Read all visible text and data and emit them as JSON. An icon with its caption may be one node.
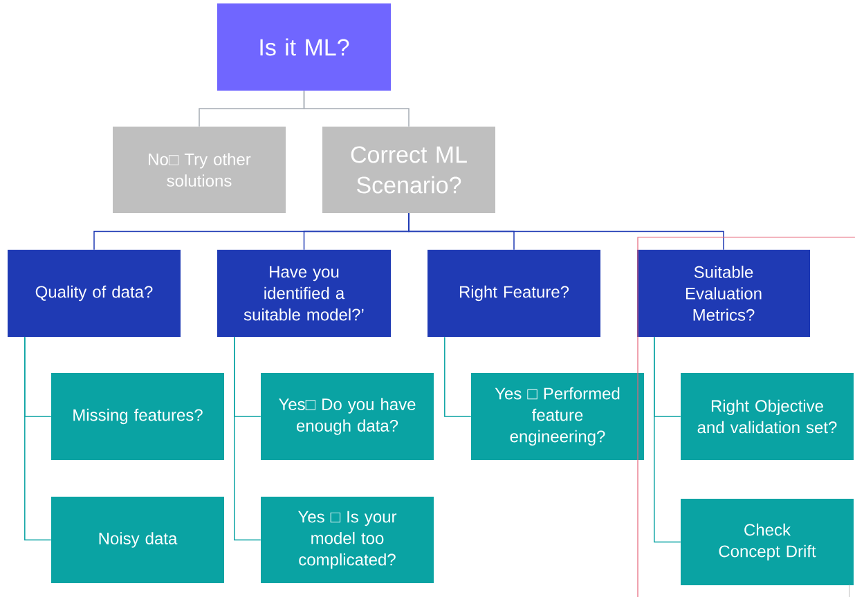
{
  "diagram": {
    "nodes": [
      {
        "text": [
          "Is it ML?"
        ]
      },
      {
        "text": [
          "No□  Try other solutions"
        ]
      },
      {
        "text": [
          "Correct ML Scenario?"
        ]
      },
      {
        "text": [
          "Quality of data?"
        ]
      },
      {
        "text": [
          "Have you identified a suitable model?’"
        ]
      },
      {
        "text": [
          "Right Feature?"
        ]
      },
      {
        "text": [
          "Suitable Evaluation Metrics?"
        ]
      },
      {
        "text": [
          "Missing features?"
        ]
      },
      {
        "text": [
          "Noisy data"
        ]
      },
      {
        "text": [
          "Yes□  Do you have enough data?"
        ]
      },
      {
        "text": [
          "Yes □  Is your model too complicated?"
        ]
      },
      {
        "text": [
          "Yes □  Performed feature engineering?"
        ]
      },
      {
        "text": [
          "Right Objective and validation set?"
        ]
      },
      {
        "text": [
          "Check Concept Drift"
        ]
      }
    ],
    "edges": [
      {
        "from": 0,
        "to": 1,
        "arrow": "none",
        "color": "#a6acb4"
      },
      {
        "from": 0,
        "to": 2,
        "arrow": "none",
        "color": "#a6acb4"
      },
      {
        "from": 2,
        "to": 3,
        "arrow": "none",
        "color": "#1f3ab4"
      },
      {
        "from": 2,
        "to": 4,
        "arrow": "none",
        "color": "#1f3ab4"
      },
      {
        "from": 2,
        "to": 5,
        "arrow": "none",
        "color": "#1f3ab4"
      },
      {
        "from": 2,
        "to": 6,
        "arrow": "none",
        "color": "#1f3ab4"
      },
      {
        "from": 3,
        "to": 7,
        "arrow": "none"
      },
      {
        "from": 3,
        "to": 8,
        "arrow": "none"
      },
      {
        "from": 4,
        "to": 9,
        "arrow": "none"
      },
      {
        "from": 4,
        "to": 10,
        "arrow": "none"
      },
      {
        "from": 5,
        "to": 11,
        "arrow": "none"
      },
      {
        "from": 6,
        "to": 12,
        "arrow": "none"
      },
      {
        "from": 6,
        "to": 13,
        "arrow": "none"
      }
    ]
  }
}
